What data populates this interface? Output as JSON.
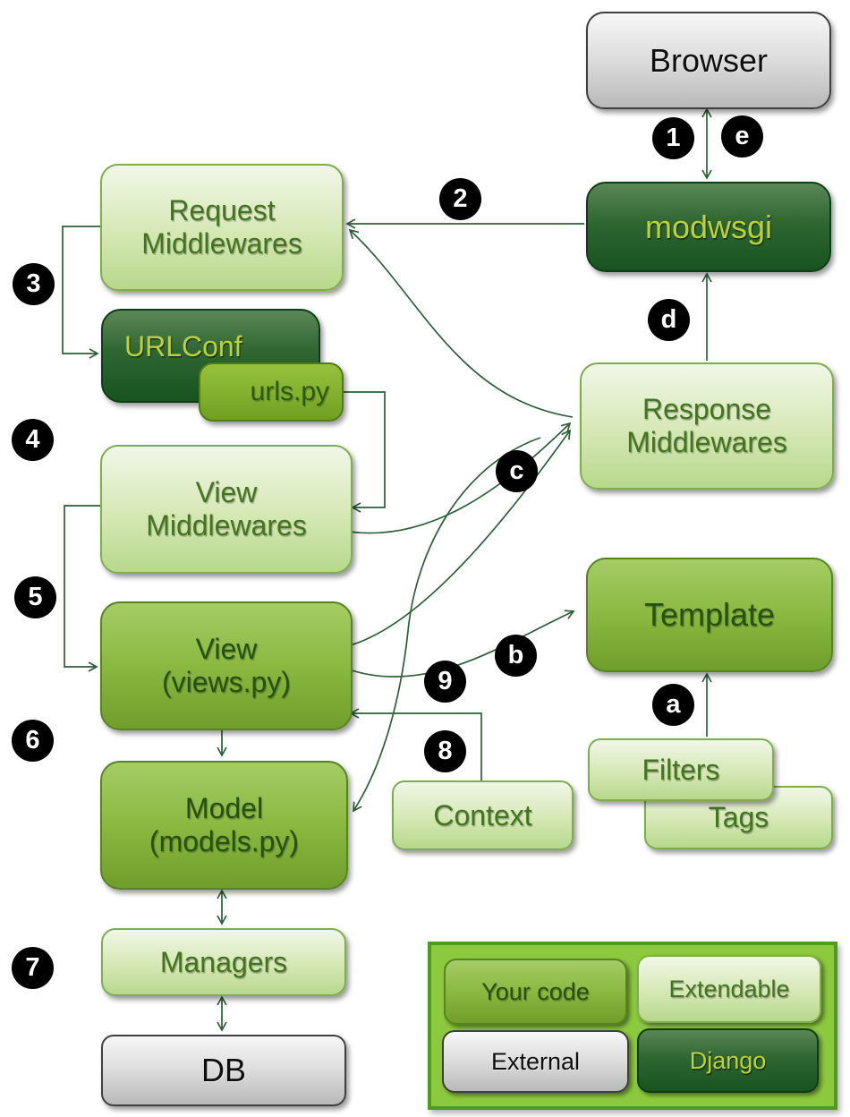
{
  "nodes": {
    "browser": {
      "label": "Browser"
    },
    "modwsgi": {
      "label": "modwsgi"
    },
    "request_middlewares": {
      "line1": "Request",
      "line2": "Middlewares"
    },
    "urlconf": {
      "label": "URLConf"
    },
    "urls_py": {
      "label": "urls.py"
    },
    "view_middlewares": {
      "line1": "View",
      "line2": "Middlewares"
    },
    "view": {
      "line1": "View",
      "line2": "(views.py)"
    },
    "model": {
      "line1": "Model",
      "line2": "(models.py)"
    },
    "managers": {
      "label": "Managers"
    },
    "db": {
      "label": "DB"
    },
    "response_middlewares": {
      "line1": "Response",
      "line2": "Middlewares"
    },
    "template": {
      "label": "Template"
    },
    "filters": {
      "label": "Filters"
    },
    "tags": {
      "label": "Tags"
    },
    "context": {
      "label": "Context"
    }
  },
  "badges": {
    "n1": "1",
    "n2": "2",
    "n3": "3",
    "n4": "4",
    "n5": "5",
    "n6": "6",
    "n7": "7",
    "n8": "8",
    "n9": "9",
    "la": "a",
    "lb": "b",
    "lc": "c",
    "ld": "d",
    "le": "e"
  },
  "legend": {
    "your_code": "Your code",
    "extendable": "Extendable",
    "external": "External",
    "django": "Django"
  },
  "colors": {
    "your_code_green": "#8ab940",
    "extendable_light_green": "#d5e8b4",
    "external_gray": "#dcdcdc",
    "django_dark_green": "#2f6632",
    "legend_background": "#8cc93f",
    "arrow_line": "#2d5f38",
    "badge_background": "#000000"
  }
}
